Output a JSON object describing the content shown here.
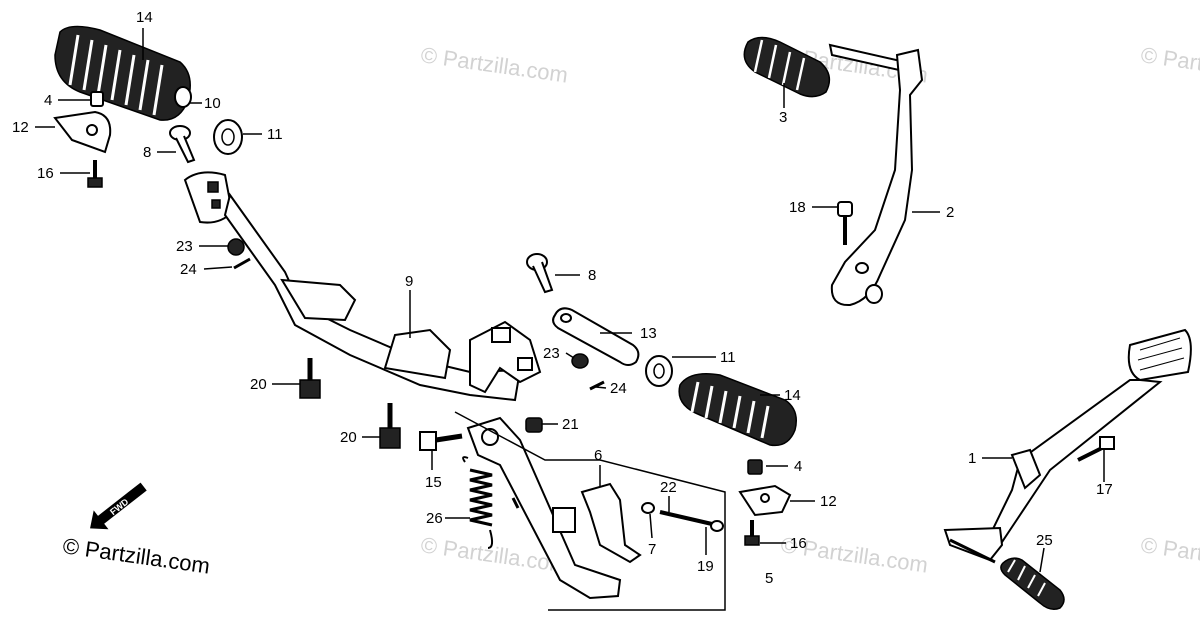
{
  "watermark": "© Partzilla.com",
  "copyright": "© Partzilla.com",
  "fwd_label": "FWD",
  "callouts": [
    {
      "id": "c14a",
      "num": "14"
    },
    {
      "id": "c4a",
      "num": "4"
    },
    {
      "id": "c10",
      "num": "10"
    },
    {
      "id": "c12a",
      "num": "12"
    },
    {
      "id": "c11a",
      "num": "11"
    },
    {
      "id": "c8a",
      "num": "8"
    },
    {
      "id": "c16a",
      "num": "16"
    },
    {
      "id": "c23a",
      "num": "23"
    },
    {
      "id": "c24a",
      "num": "24"
    },
    {
      "id": "c9",
      "num": "9"
    },
    {
      "id": "c8b",
      "num": "8"
    },
    {
      "id": "c13",
      "num": "13"
    },
    {
      "id": "c23b",
      "num": "23"
    },
    {
      "id": "c24b",
      "num": "24"
    },
    {
      "id": "c11b",
      "num": "11"
    },
    {
      "id": "c14b",
      "num": "14"
    },
    {
      "id": "c3",
      "num": "3"
    },
    {
      "id": "c18",
      "num": "18"
    },
    {
      "id": "c2",
      "num": "2"
    },
    {
      "id": "c20a",
      "num": "20"
    },
    {
      "id": "c20b",
      "num": "20"
    },
    {
      "id": "c21",
      "num": "21"
    },
    {
      "id": "c15",
      "num": "15"
    },
    {
      "id": "c6",
      "num": "6"
    },
    {
      "id": "c22",
      "num": "22"
    },
    {
      "id": "c26",
      "num": "26"
    },
    {
      "id": "c7",
      "num": "7"
    },
    {
      "id": "c19",
      "num": "19"
    },
    {
      "id": "c5",
      "num": "5"
    },
    {
      "id": "c4b",
      "num": "4"
    },
    {
      "id": "c12b",
      "num": "12"
    },
    {
      "id": "c16b",
      "num": "16"
    },
    {
      "id": "c1",
      "num": "1"
    },
    {
      "id": "c17",
      "num": "17"
    },
    {
      "id": "c25",
      "num": "25"
    }
  ]
}
